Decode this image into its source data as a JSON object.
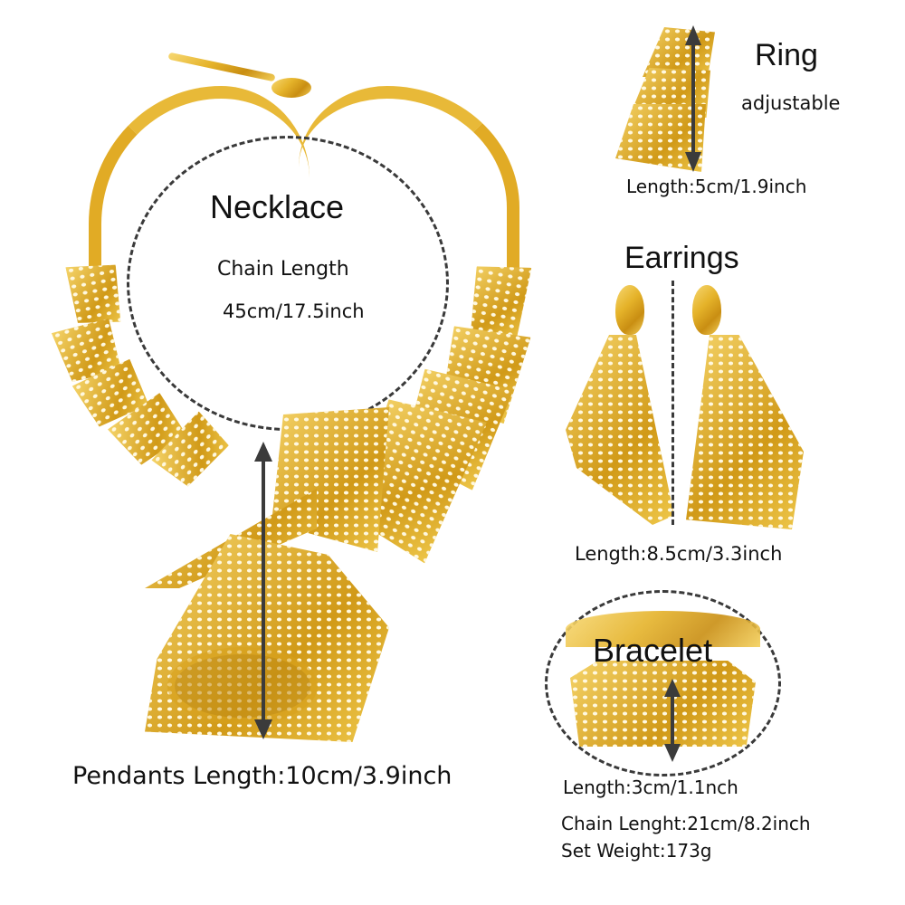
{
  "necklace": {
    "title": "Necklace",
    "chain_label": "Chain Length",
    "chain_value": "45cm/17.5inch",
    "pendant_length": "Pendants Length:10cm/3.9inch"
  },
  "ring": {
    "title": "Ring",
    "subtitle": "adjustable",
    "length": "Length:5cm/1.9inch"
  },
  "earrings": {
    "title": "Earrings",
    "length": "Length:8.5cm/3.3inch"
  },
  "bracelet": {
    "title": "Bracelet",
    "length": "Length:3cm/1.1nch",
    "chain_length": "Chain Lenght:21cm/8.2inch",
    "set_weight": "Set Weight:173g"
  },
  "colors": {
    "gold_light": "#f7d873",
    "gold_mid": "#e5b32a",
    "gold_dark": "#c98e12",
    "arrow": "#3b3b3b",
    "dash": "#3a3a3a"
  }
}
